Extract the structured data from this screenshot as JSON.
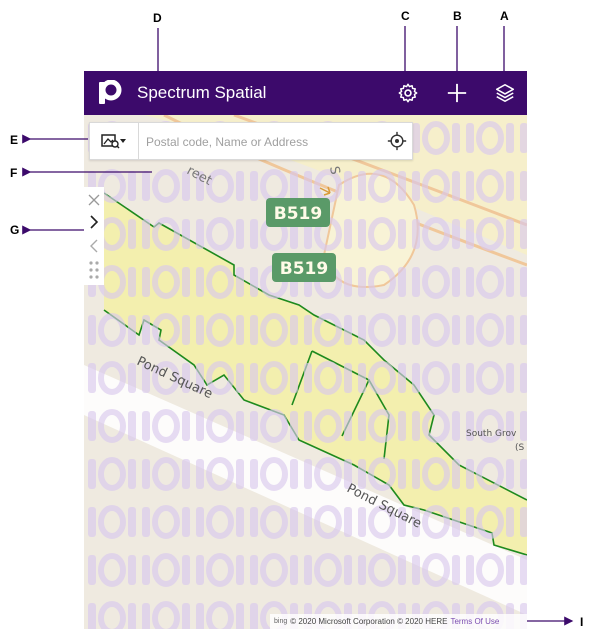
{
  "app": {
    "title": "Spectrum Spatial"
  },
  "search": {
    "placeholder": "Postal code, Name or Address",
    "value": ""
  },
  "map": {
    "road_shields": [
      "B519",
      "B519"
    ],
    "street_labels": [
      "Pond Square",
      "Pond Square",
      "reet",
      "S"
    ],
    "place_label_line1": "South Grov",
    "place_label_line2": "(S",
    "shield_color": "#5a9a68",
    "boundary_color": "#1e8a1e",
    "highlight_fill": "#f3f0a8"
  },
  "attribution": {
    "bing": "bing",
    "copyright": "© 2020 Microsoft Corporation © 2020 HERE",
    "terms": "Terms Of Use"
  },
  "callouts": {
    "a": "A",
    "b": "B",
    "c": "C",
    "d": "D",
    "e": "E",
    "f": "F",
    "g": "G",
    "i": "I"
  },
  "colors": {
    "header": "#3c0a6b",
    "watermark": "#d8c8ee",
    "accent": "#7b4db0"
  }
}
